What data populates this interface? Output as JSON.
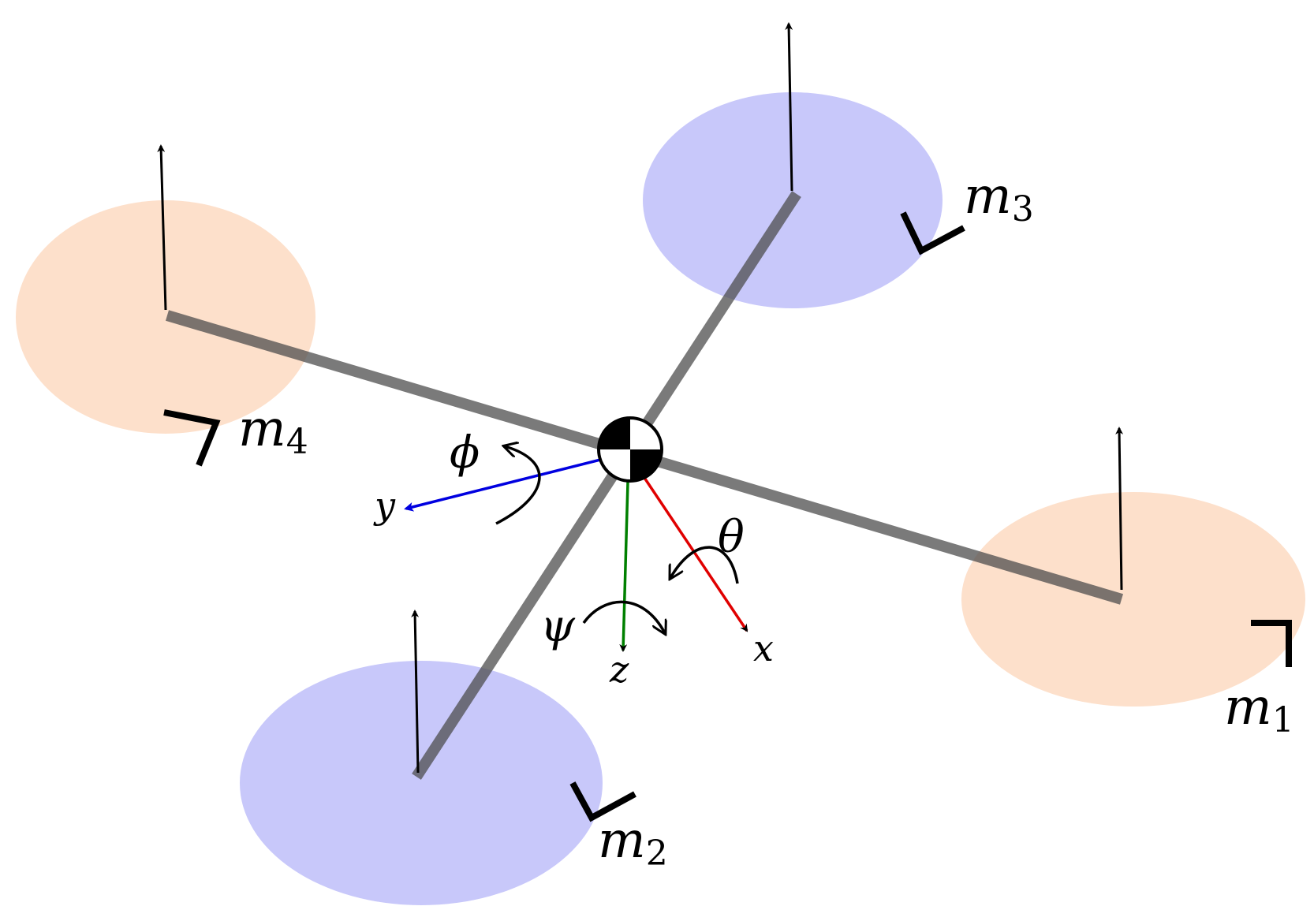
{
  "colors": {
    "rotor_blue": "#c8c8fa",
    "rotor_orange": "#fde0cb",
    "arm": "#5a5a5a",
    "axis_x": "#e00000",
    "axis_y": "#0000e0",
    "axis_z": "#008000",
    "ink": "#000000"
  },
  "axes": {
    "x": "x",
    "y": "y",
    "z": "z"
  },
  "angles": {
    "roll": "ϕ",
    "pitch": "θ",
    "yaw": "ψ"
  },
  "motors": [
    {
      "id": "m1",
      "base": "m",
      "sub": "1",
      "color": "orange"
    },
    {
      "id": "m2",
      "base": "m",
      "sub": "2",
      "color": "blue"
    },
    {
      "id": "m3",
      "base": "m",
      "sub": "3",
      "color": "blue"
    },
    {
      "id": "m4",
      "base": "m",
      "sub": "4",
      "color": "orange"
    }
  ]
}
